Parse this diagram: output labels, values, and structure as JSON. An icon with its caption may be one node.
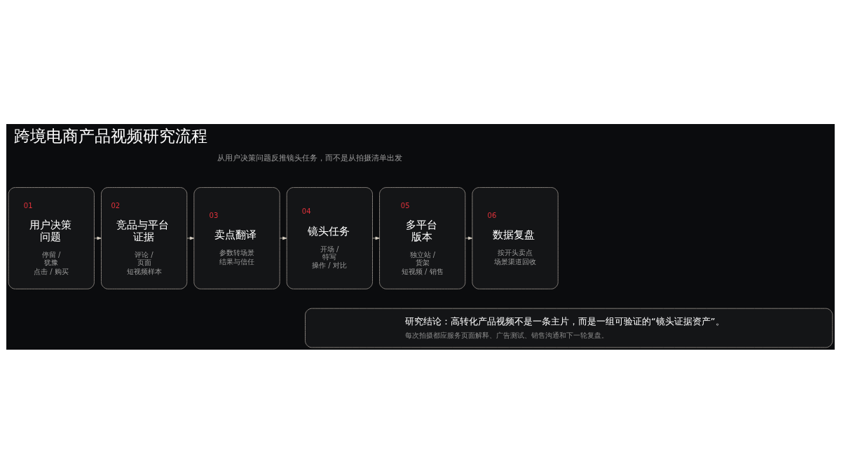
{
  "diagram": {
    "title": "跨境电商产品视频研究流程",
    "nodes": [
      {
        "text": [
          "01",
          "用户决策问题",
          "停留 / 犹豫",
          "点击 / 购买"
        ]
      },
      {
        "text": [
          "02",
          "竞品与平台证据",
          "评论 / 页面",
          "短视频样本"
        ]
      },
      {
        "text": [
          "03",
          "卖点翻译",
          "参数转场景",
          "结果与信任"
        ]
      },
      {
        "text": [
          "04",
          "镜头任务",
          "开场 / 特写",
          "操作 / 对比"
        ]
      },
      {
        "text": [
          "05",
          "多平台版本",
          "独立站 / 货架",
          "短视频 / 销售"
        ]
      },
      {
        "text": [
          "06",
          "数据复盘",
          "按开头卖点",
          "场景渠道回收"
        ]
      },
      {
        "text": [
          "研究结论：高转化产品视频不是一条主片，而是一组可验证的“镜头证据资产”。",
          "每次拍摄都应服务页面解释、广告测试、销售沟通和下一轮复盘。"
        ]
      }
    ],
    "edges": [
      {
        "from": 0,
        "to": 1,
        "arrow": "to"
      },
      {
        "from": 1,
        "to": 2,
        "arrow": "to"
      },
      {
        "from": 2,
        "to": 3,
        "arrow": "to"
      },
      {
        "from": 3,
        "to": 4,
        "arrow": "to"
      },
      {
        "from": 4,
        "to": 5,
        "arrow": "to"
      }
    ],
    "labels": [
      "从用户决策问题反推镜头任务，而不是从拍摄清单出发"
    ]
  }
}
